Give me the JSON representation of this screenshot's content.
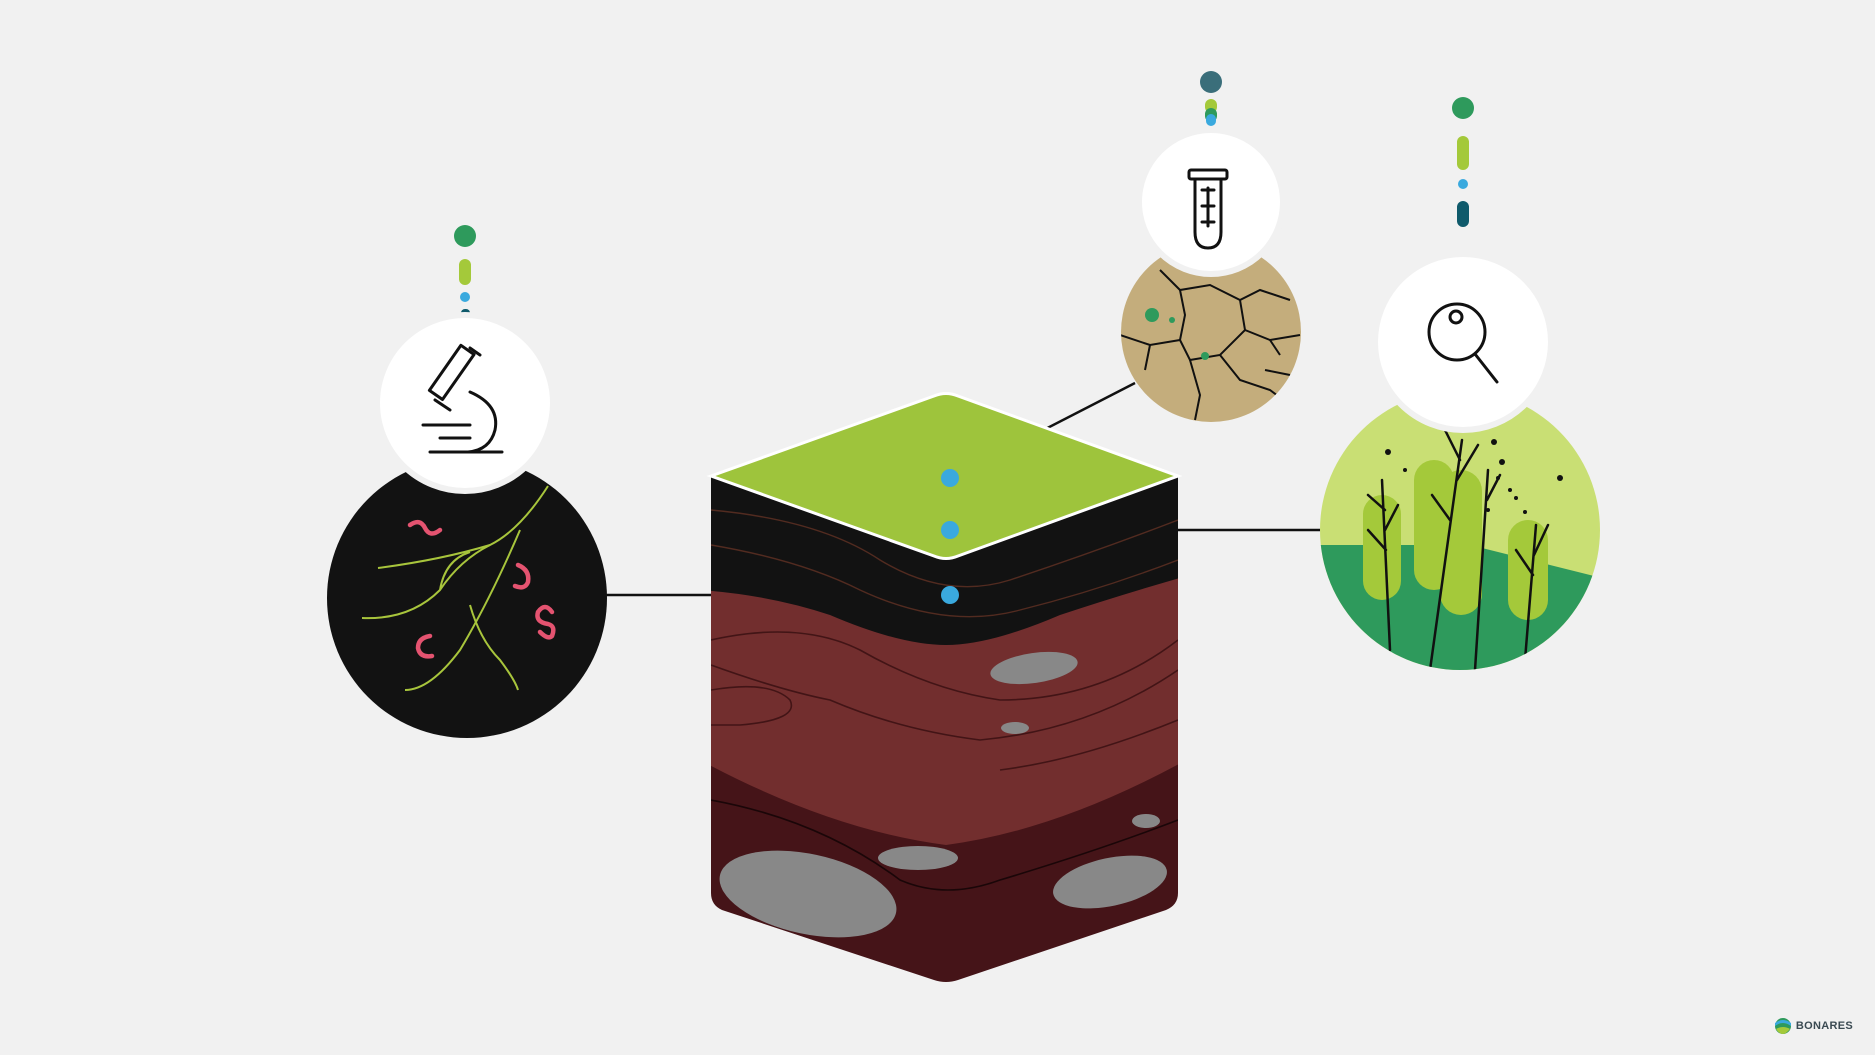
{
  "brand": {
    "label": "BONARES",
    "logo_icon": "bonares-logo-icon"
  },
  "colors": {
    "background": "#f1f1f1",
    "topsoil_green": "#9ec43c",
    "black_layer": "#121212",
    "red_layer": "#722e2e",
    "dark_layer": "#451418",
    "stone": "#888888",
    "marker_blue": "#3aa9de",
    "dot_green": "#2e9a5c",
    "dot_lime": "#a4c93a",
    "dot_teal": "#0f5a6b",
    "worm_pink": "#e45370",
    "cracked_soil": "#c4ad7c",
    "grass_light": "#c9df74",
    "grass_dark": "#2e9a5c"
  },
  "diagram": {
    "center": "soil-cross-section-block",
    "nodes": [
      {
        "id": "soil-biology",
        "icon": "microscope-icon",
        "detail": "roots-and-worms-in-dark-soil"
      },
      {
        "id": "soil-chemistry",
        "icon": "test-tube-icon",
        "detail": "dry-cracked-soil"
      },
      {
        "id": "soil-observation",
        "icon": "magnifier-icon",
        "detail": "crop-plants-growing"
      }
    ],
    "markers": 3
  }
}
